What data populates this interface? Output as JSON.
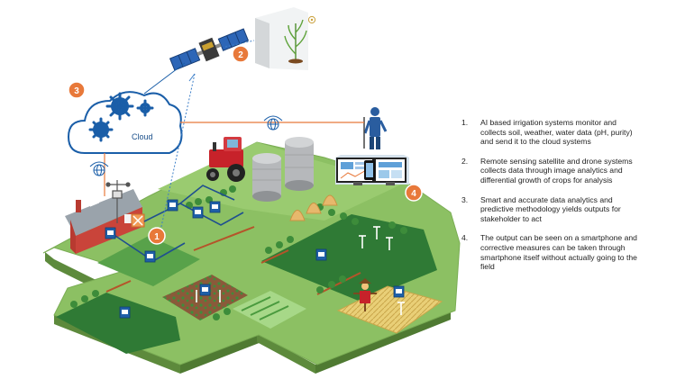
{
  "cloud": {
    "label": "Cloud"
  },
  "badges": [
    {
      "id": "badge-1",
      "text": "1"
    },
    {
      "id": "badge-2",
      "text": "2"
    },
    {
      "id": "badge-3",
      "text": "3"
    },
    {
      "id": "badge-4",
      "text": "4"
    }
  ],
  "steps": [
    {
      "number": "1.",
      "text": "AI based irrigation systems monitor and collects soil, weather, water data (pH, purity) and send it to the cloud systems"
    },
    {
      "number": "2.",
      "text": "Remote sensing satellite and drone systems collects data through image analytics and differential growth of crops for analysis"
    },
    {
      "number": "3.",
      "text": "Smart and accurate data analytics and predictive methodology yields outputs for stakeholder to act"
    },
    {
      "number": "4.",
      "text": "The output can be seen on a smartphone and corrective measures can be taken through smartphone itself without actually going to the field"
    }
  ],
  "colors": {
    "badge": "#e8793a",
    "grass_top": "#8cc063",
    "grass_side": "#5d8a3c",
    "field_dark": "#2f7a35",
    "cloud_stroke": "#1a5ea8",
    "link": "#e8793a"
  },
  "icons": [
    "satellite-icon",
    "cloud-gear-icon",
    "farmer-icon",
    "tractor-icon",
    "silo-icon",
    "farmhouse-icon",
    "sensor-icon",
    "scarecrow-icon",
    "dashboard-screens-icon",
    "wifi-globe-icon",
    "plant-icon"
  ]
}
